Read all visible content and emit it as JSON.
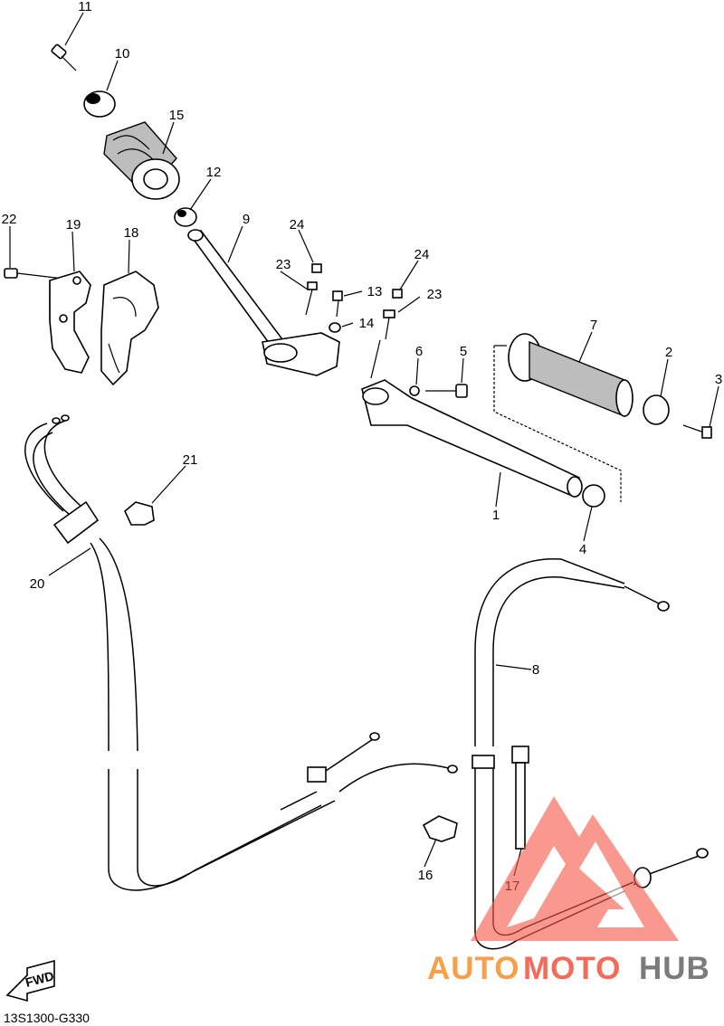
{
  "callouts": [
    "11",
    "10",
    "15",
    "12",
    "9",
    "22",
    "19",
    "18",
    "24",
    "23",
    "13",
    "14",
    "24",
    "23",
    "7",
    "6",
    "5",
    "2",
    "3",
    "1",
    "4",
    "21",
    "20",
    "8",
    "16",
    "17"
  ],
  "diagram_code": "13S1300-G330",
  "fwd_label": "FWD",
  "watermark": {
    "part1": "AUTO",
    "part2": "MOTO",
    "part3": "HUB",
    "color_orange": "#f5a04a",
    "color_red": "#f26b5b",
    "color_gray": "#7b7b7b",
    "logo_color": "#f45a4a"
  }
}
